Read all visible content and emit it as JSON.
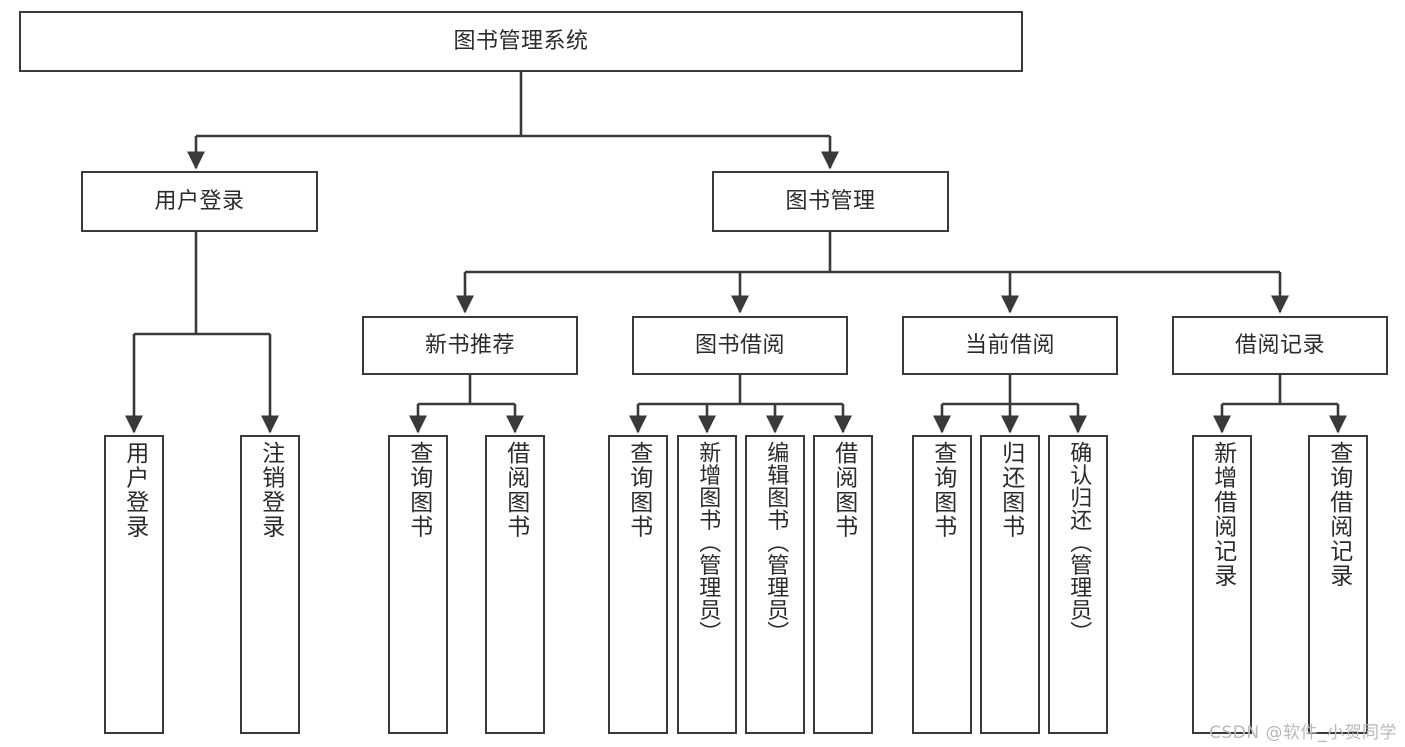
{
  "diagram": {
    "title": "图书管理系统",
    "watermark": "CSDN @软件_小贺同学",
    "line_color": "#3a3a3a",
    "text_color": "#2b2b2b",
    "background": "#ffffff",
    "root": {
      "label": "图书管理系统"
    },
    "level1": [
      {
        "label": "用户登录"
      },
      {
        "label": "图书管理"
      }
    ],
    "level2": [
      {
        "label": "新书推荐"
      },
      {
        "label": "图书借阅"
      },
      {
        "label": "当前借阅"
      },
      {
        "label": "借阅记录"
      }
    ],
    "leaves": {
      "user_login": [
        {
          "label": "用户登录"
        },
        {
          "label": "注销登录"
        }
      ],
      "new_book_recommend": [
        {
          "label": "查询图书"
        },
        {
          "label": "借阅图书"
        }
      ],
      "book_borrow": [
        {
          "label": "查询图书"
        },
        {
          "label": "新增图书（管理员）"
        },
        {
          "label": "编辑图书（管理员）"
        },
        {
          "label": "借阅图书"
        }
      ],
      "current_borrow": [
        {
          "label": "查询图书"
        },
        {
          "label": "归还图书"
        },
        {
          "label": "确认归还（管理员）"
        }
      ],
      "borrow_record": [
        {
          "label": "新增借阅记录"
        },
        {
          "label": "查询借阅记录"
        }
      ]
    }
  }
}
